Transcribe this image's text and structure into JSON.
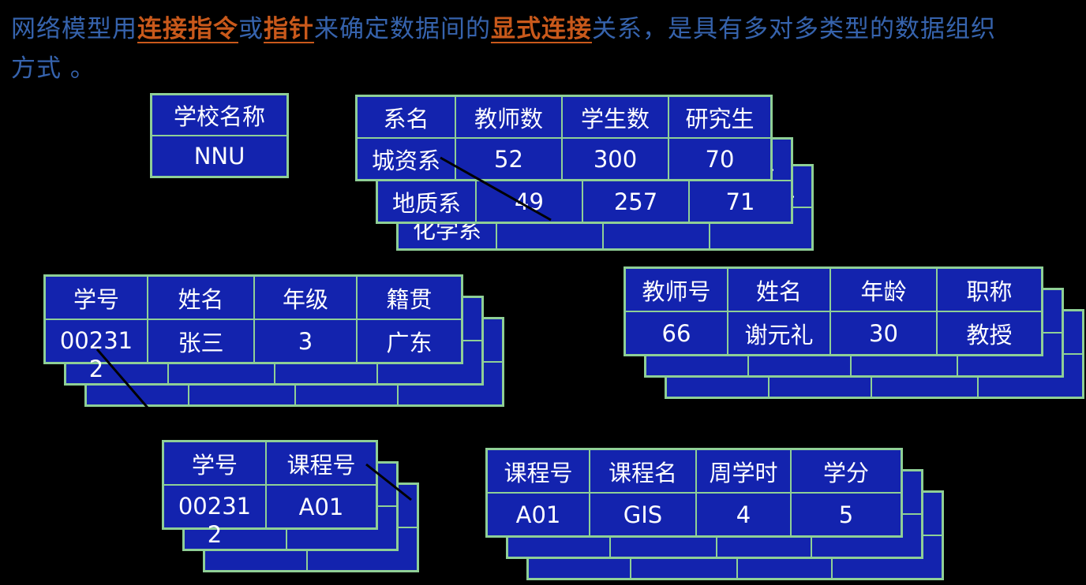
{
  "colors": {
    "background": "#000000",
    "table_fill": "#1323AE",
    "table_border": "#8FCF96",
    "cell_text": "#FFFFFF",
    "text_blue": "#3663AD",
    "text_orange": "#C9591B",
    "pointer_line": "#000000"
  },
  "intro": {
    "line1": {
      "s1": "网络模型用",
      "s2": "连接指令",
      "s3": "或",
      "s4": "指针",
      "s5": "来确定数据间的",
      "s6": "显式连接",
      "s7": "关系，是具有多对多类型的数据组织"
    },
    "line2": {
      "s1": "方式 。"
    }
  },
  "tables": {
    "school": {
      "headers": [
        "学校名称"
      ],
      "records": [
        [
          "NNU"
        ]
      ]
    },
    "department": {
      "headers": [
        "系名",
        "教师数",
        "学生数",
        "研究生"
      ],
      "records": [
        [
          "城资系",
          "52",
          "300",
          "70"
        ],
        [
          "地质系",
          "49",
          "257",
          "71"
        ],
        [
          "化学系",
          "",
          "",
          ""
        ]
      ]
    },
    "student": {
      "headers": [
        "学号",
        "姓名",
        "年级",
        "籍贯"
      ],
      "records": [
        [
          "002312",
          "张三",
          "3",
          "广东"
        ],
        [
          "",
          "",
          "",
          ""
        ],
        [
          "",
          "",
          "",
          ""
        ]
      ]
    },
    "teacher": {
      "headers": [
        "教师号",
        "姓名",
        "年龄",
        "职称"
      ],
      "records": [
        [
          "66",
          "谢元礼",
          "30",
          "教授"
        ],
        [
          "",
          "",
          "",
          ""
        ],
        [
          "",
          "",
          "",
          ""
        ]
      ]
    },
    "enrollment": {
      "headers": [
        "学号",
        "课程号"
      ],
      "records": [
        [
          "002312",
          "A01"
        ],
        [
          "",
          ""
        ],
        [
          "",
          ""
        ]
      ]
    },
    "course": {
      "headers": [
        "课程号",
        "课程名",
        "周学时",
        "学分"
      ],
      "records": [
        [
          "A01",
          "GIS",
          "4",
          "5"
        ],
        [
          "",
          "",
          "",
          ""
        ],
        [
          "",
          "",
          "",
          ""
        ]
      ]
    }
  }
}
